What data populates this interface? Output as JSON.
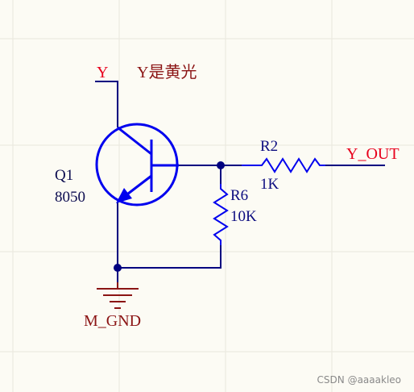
{
  "net_labels": {
    "y_net": "Y",
    "y_desc": "Y是黄光",
    "y_out": "Y_OUT",
    "gnd": "M_GND"
  },
  "components": {
    "q1": {
      "designator": "Q1",
      "value": "8050"
    },
    "r2": {
      "designator": "R2",
      "value": "1K"
    },
    "r6": {
      "designator": "R6",
      "value": "10K"
    }
  },
  "watermark": "CSDN @aaaakleo",
  "colors": {
    "background": "#fcfbf4",
    "grid": "#e9e7dd",
    "wire": "#000080",
    "component": "#0000ee",
    "power_port": "#8b1414",
    "net_label": "#e8001c",
    "text": "#0c0c80"
  }
}
